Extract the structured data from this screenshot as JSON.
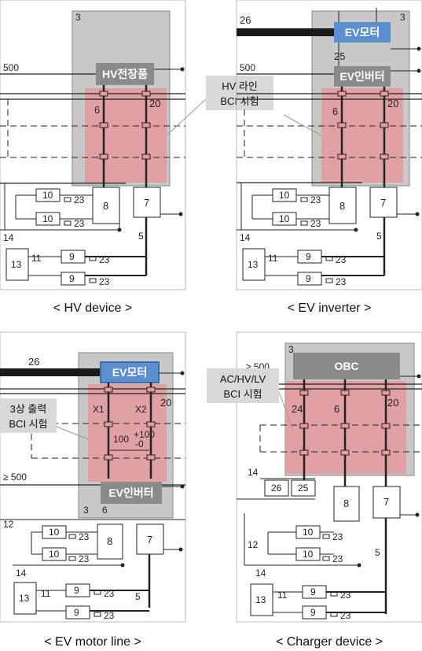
{
  "panels": [
    {
      "id": "hv-device",
      "caption": "< HV device >",
      "box_label": "HV전장품",
      "box_color": "#8c8c8c",
      "numbers": {
        "n3": "3",
        "n500": "500",
        "n6": "6",
        "n20": "20",
        "n8": "8",
        "n7": "7",
        "n14": "14",
        "n5": "5",
        "n13": "13",
        "n11": "11",
        "n10a": "10",
        "n10b": "10",
        "n9a": "9",
        "n9b": "9",
        "n23": "23"
      },
      "callout": {
        "line1": "HV 라인",
        "line2": "BCI 시험"
      }
    },
    {
      "id": "ev-inverter",
      "caption": "< EV inverter >",
      "motor_label": "EV모터",
      "inverter_label": "EV인버터",
      "numbers": {
        "n26": "26",
        "n3": "3",
        "n25": "25",
        "n500": "500",
        "n6": "6",
        "n20": "20",
        "n8": "8",
        "n7": "7",
        "n14": "14",
        "n5": "5",
        "n13": "13",
        "n11": "11",
        "n10a": "10",
        "n10b": "10",
        "n9a": "9",
        "n9b": "9",
        "n23": "23"
      }
    },
    {
      "id": "ev-motor-line",
      "caption": "< EV motor line >",
      "motor_label": "EV모터",
      "inverter_label": "EV인버터",
      "numbers": {
        "n26": "26",
        "n20": "20",
        "x1": "X1",
        "x2": "X2",
        "n100": "100",
        "tol": "+100",
        "tol2": "-0",
        "n500": "≥ 500",
        "n3": "3",
        "n6": "6",
        "n12": "12",
        "n8": "8",
        "n7": "7",
        "n14": "14",
        "n5": "5",
        "n13": "13",
        "n11": "11",
        "n10a": "10",
        "n10b": "10",
        "n9a": "9",
        "n9b": "9",
        "n23": "23"
      },
      "callout": {
        "line1": "3상 출력",
        "line2": "BCI 시험"
      }
    },
    {
      "id": "charger-device",
      "caption": "< Charger device >",
      "box_label": "OBC",
      "numbers": {
        "n3": "3",
        "n500": "≥ 500",
        "n24": "24",
        "n6": "6",
        "n20": "20",
        "n14": "14",
        "n26": "26",
        "n25": "25",
        "n8": "8",
        "n7": "7",
        "n12": "12",
        "n5": "5",
        "n13": "13",
        "n11": "11",
        "n10a": "10",
        "n10b": "10",
        "n9a": "9",
        "n9b": "9",
        "n23": "23"
      },
      "callout": {
        "line1": "AC/HV/LV",
        "line2": "BCI 시험"
      }
    }
  ],
  "colors": {
    "gray_area": "#c8c8c8",
    "pink_area": "#e59a9d",
    "blue_box": "#5b8fd0",
    "dark_box": "#8a8a8a",
    "callout_bg": "#d9d9d9",
    "cable": "#1a1a1a"
  }
}
